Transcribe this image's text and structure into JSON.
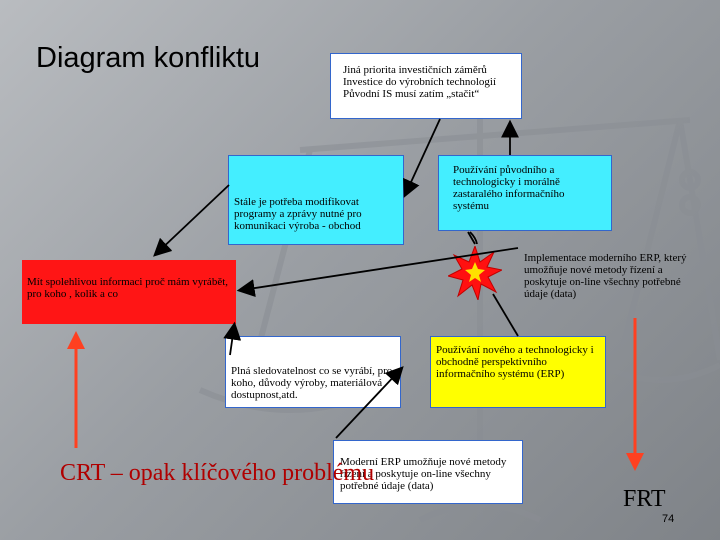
{
  "slide": {
    "title": "Diagram konfliktu",
    "crt_label": "CRT – opak klíčového problému",
    "frt_label": "FRT",
    "page_number": "74"
  },
  "boxes": {
    "top_goal": "Jiná priorita investičních záměrů Investice do výrobních technologií Původní IS musí zatím „stačit“",
    "left_requirement": "Stále je potřeba modifikovat programy a zprávy nutné pro komunikaci výroba - obchod",
    "right_requirement": "Používání původního a technologicky i morálně zastaralého informačního systému",
    "cause": "Mít spolehlivou informaci proč mám vyrábět, pro koho , kolik a co",
    "implementation": "Implementace moderního ERP, který umožňuje nové metody řízení a poskytuje on-line všechny potřebné údaje (data)",
    "tracking": "Plná sledovatelnost co se vyrábí, pro koho, důvody výroby, materiálová dostupnost,atd.",
    "new_use": "Používání nového a technologicky i obchodně perspektivního informačního systému (ERP)",
    "modern_erp": "Moderní ERP umožňuje nové metody řízení a poskytuje on-line všechny potřebné údaje (data)"
  },
  "colors": {
    "cyan": "#44eeff",
    "red": "#ff1515",
    "yellow": "#ffff00",
    "arrow_red": "#ff4020",
    "crt_text": "#b00000"
  }
}
